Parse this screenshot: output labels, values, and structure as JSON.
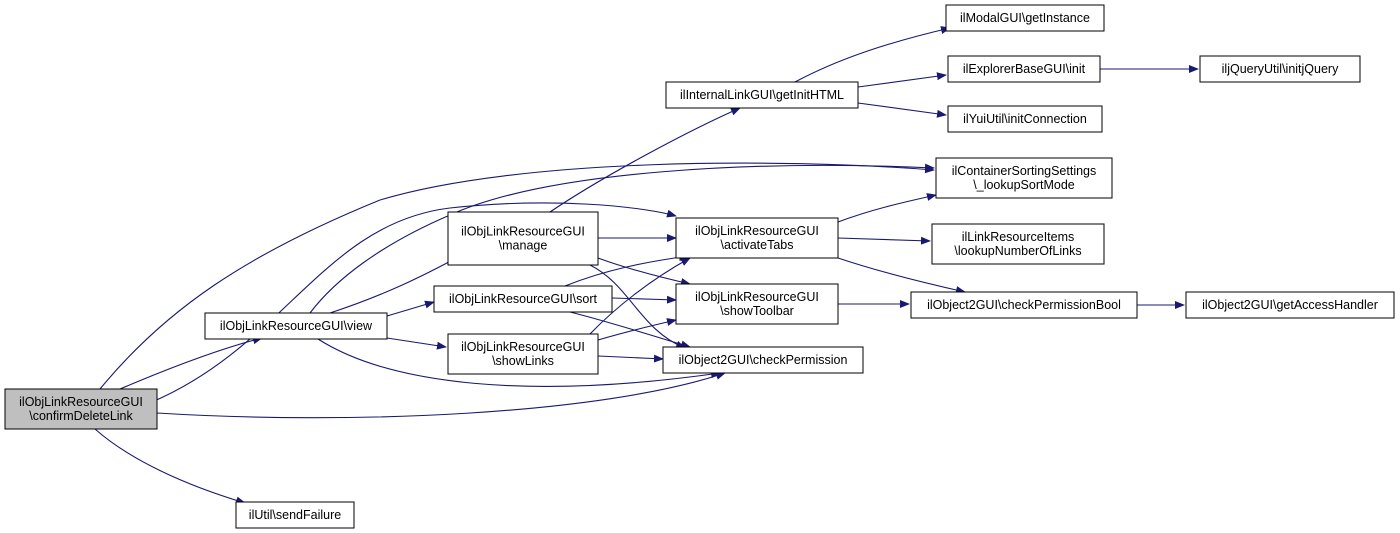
{
  "colors": {
    "edge": "#191970",
    "node_fill": "#ffffff",
    "node_border": "#000000",
    "focus_fill": "#bfbfbf"
  },
  "nodes": [
    {
      "id": "confirmDeleteLink",
      "lines": [
        "ilObjLinkResourceGUI",
        "\\confirmDeleteLink"
      ],
      "focus": true
    },
    {
      "id": "view",
      "lines": [
        "ilObjLinkResourceGUI\\view"
      ]
    },
    {
      "id": "sendFailure",
      "lines": [
        "ilUtil\\sendFailure"
      ]
    },
    {
      "id": "manage",
      "lines": [
        "ilObjLinkResourceGUI",
        "\\manage"
      ]
    },
    {
      "id": "sort",
      "lines": [
        "ilObjLinkResourceGUI\\sort"
      ]
    },
    {
      "id": "showLinks",
      "lines": [
        "ilObjLinkResourceGUI",
        "\\showLinks"
      ]
    },
    {
      "id": "getInitHTML",
      "lines": [
        "ilInternalLinkGUI\\getInitHTML"
      ]
    },
    {
      "id": "activateTabs",
      "lines": [
        "ilObjLinkResourceGUI",
        "\\activateTabs"
      ]
    },
    {
      "id": "showToolbar",
      "lines": [
        "ilObjLinkResourceGUI",
        "\\showToolbar"
      ]
    },
    {
      "id": "checkPermission",
      "lines": [
        "ilObject2GUI\\checkPermission"
      ]
    },
    {
      "id": "getInstance",
      "lines": [
        "ilModalGUI\\getInstance"
      ]
    },
    {
      "id": "explorerInit",
      "lines": [
        "ilExplorerBaseGUI\\init"
      ]
    },
    {
      "id": "initConnection",
      "lines": [
        "ilYuiUtil\\initConnection"
      ]
    },
    {
      "id": "lookupSortMode",
      "lines": [
        "ilContainerSortingSettings",
        "\\_lookupSortMode"
      ]
    },
    {
      "id": "lookupNumberOfLinks",
      "lines": [
        "ilLinkResourceItems",
        "\\lookupNumberOfLinks"
      ]
    },
    {
      "id": "checkPermissionBool",
      "lines": [
        "ilObject2GUI\\checkPermissionBool"
      ]
    },
    {
      "id": "initjQuery",
      "lines": [
        "iljQueryUtil\\initjQuery"
      ]
    },
    {
      "id": "getAccessHandler",
      "lines": [
        "ilObject2GUI\\getAccessHandler"
      ]
    }
  ],
  "edges": [
    {
      "from": "confirmDeleteLink",
      "to": "view"
    },
    {
      "from": "confirmDeleteLink",
      "to": "lookupSortMode"
    },
    {
      "from": "confirmDeleteLink",
      "to": "activateTabs"
    },
    {
      "from": "confirmDeleteLink",
      "to": "checkPermission"
    },
    {
      "from": "confirmDeleteLink",
      "to": "sendFailure"
    },
    {
      "from": "view",
      "to": "manage"
    },
    {
      "from": "view",
      "to": "sort"
    },
    {
      "from": "view",
      "to": "showLinks"
    },
    {
      "from": "view",
      "to": "checkPermission"
    },
    {
      "from": "view",
      "to": "lookupSortMode"
    },
    {
      "from": "manage",
      "to": "getInitHTML"
    },
    {
      "from": "manage",
      "to": "activateTabs"
    },
    {
      "from": "manage",
      "to": "showToolbar"
    },
    {
      "from": "manage",
      "to": "checkPermission"
    },
    {
      "from": "sort",
      "to": "activateTabs"
    },
    {
      "from": "sort",
      "to": "showToolbar"
    },
    {
      "from": "sort",
      "to": "checkPermission"
    },
    {
      "from": "showLinks",
      "to": "activateTabs"
    },
    {
      "from": "showLinks",
      "to": "showToolbar"
    },
    {
      "from": "showLinks",
      "to": "checkPermission"
    },
    {
      "from": "getInitHTML",
      "to": "getInstance"
    },
    {
      "from": "getInitHTML",
      "to": "explorerInit"
    },
    {
      "from": "getInitHTML",
      "to": "initConnection"
    },
    {
      "from": "explorerInit",
      "to": "initjQuery"
    },
    {
      "from": "activateTabs",
      "to": "lookupSortMode"
    },
    {
      "from": "activateTabs",
      "to": "lookupNumberOfLinks"
    },
    {
      "from": "activateTabs",
      "to": "checkPermissionBool"
    },
    {
      "from": "showToolbar",
      "to": "checkPermissionBool"
    },
    {
      "from": "checkPermissionBool",
      "to": "getAccessHandler"
    }
  ]
}
